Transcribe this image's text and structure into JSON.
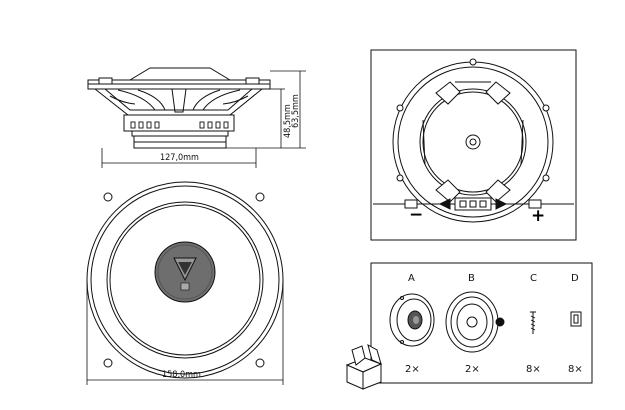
{
  "dimensions": {
    "height_total": "63,5mm",
    "height_mount": "48,5mm",
    "magnet_width": "127,0mm",
    "outer_diameter": "158,0mm"
  },
  "terminals": {
    "negative": "−",
    "positive": "+"
  },
  "parts": [
    {
      "letter": "A",
      "quantity": "2×"
    },
    {
      "letter": "B",
      "quantity": "2×"
    },
    {
      "letter": "C",
      "quantity": "8×"
    },
    {
      "letter": "D",
      "quantity": "8×"
    }
  ]
}
